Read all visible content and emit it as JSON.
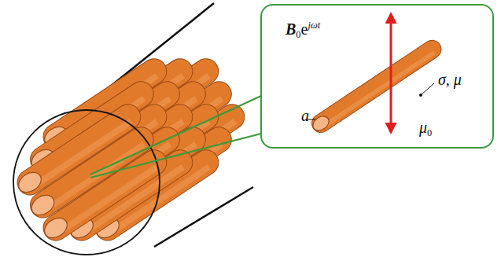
{
  "diagram": {
    "nodes": [
      {
        "text": [
          "B0ejωt",
          "a",
          "σ, μ",
          "μ0"
        ]
      }
    ]
  }
}
